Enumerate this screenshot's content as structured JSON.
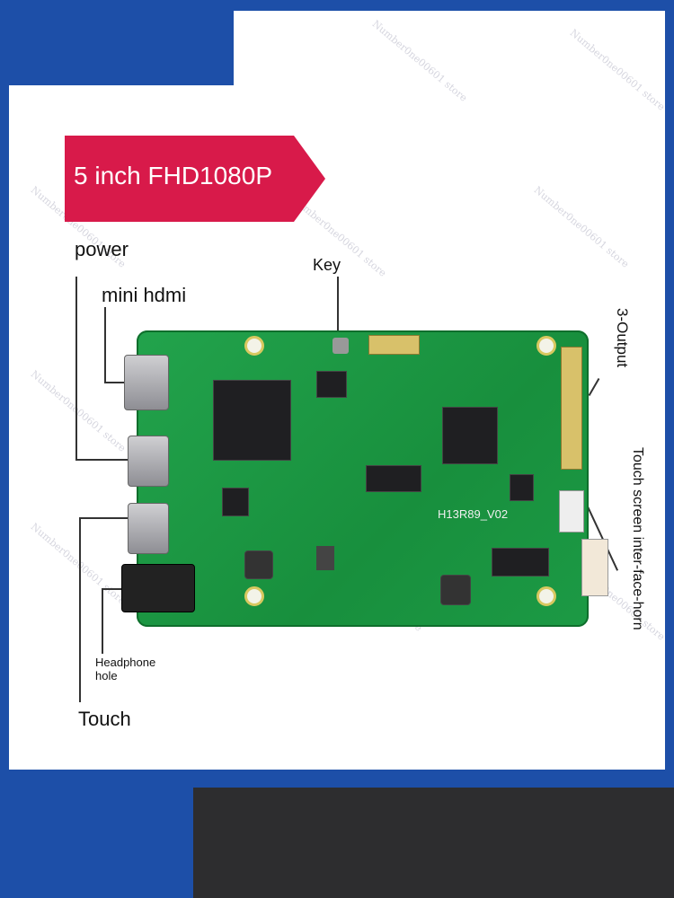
{
  "banner": {
    "title": "5 inch FHD1080P",
    "color": "#d81a4a"
  },
  "labels": {
    "power": "power",
    "mini_hdmi": "mini hdmi",
    "key": "Key",
    "output": "3-Output",
    "touch_interface": "Touch screen inter-face-horn",
    "headphone": "Headphone hole",
    "touch": "Touch"
  },
  "board": {
    "model": "H13R89_V02",
    "color": "#1c9a45"
  },
  "watermark": "Number0ne00601 store",
  "colors": {
    "background_blue": "#1d4fa8",
    "panel_white": "#ffffff",
    "dark_band": "#2d2d2f"
  }
}
